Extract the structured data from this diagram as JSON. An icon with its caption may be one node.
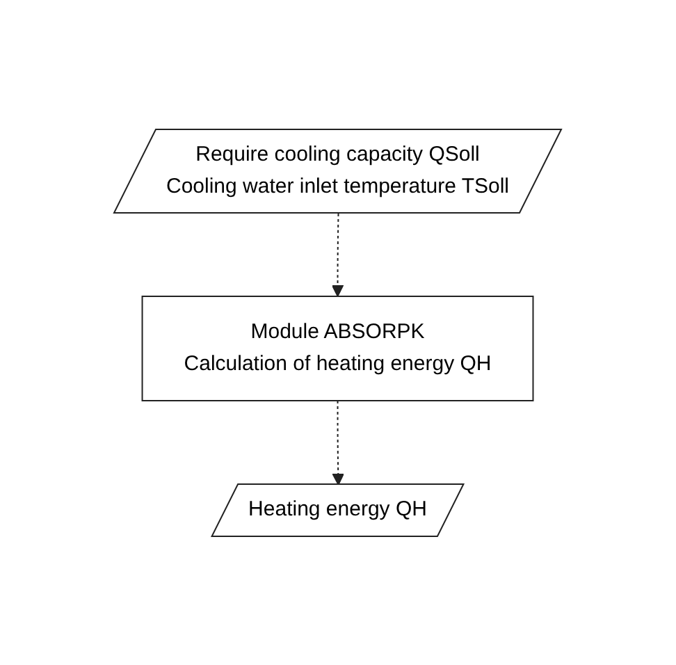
{
  "diagram": {
    "nodes": [
      {
        "text": [
          "Require cooling capacity QSoll",
          "Cooling water inlet temperature TSoll"
        ]
      },
      {
        "text": [
          "Module ABSORPK",
          "Calculation of heating energy QH"
        ]
      },
      {
        "text": [
          "Heating energy QH"
        ]
      }
    ],
    "edges": [
      {
        "from": 0,
        "to": 1,
        "arrow": "to",
        "style": "dashed"
      },
      {
        "from": 1,
        "to": 2,
        "arrow": "to",
        "style": "dashed"
      }
    ]
  }
}
